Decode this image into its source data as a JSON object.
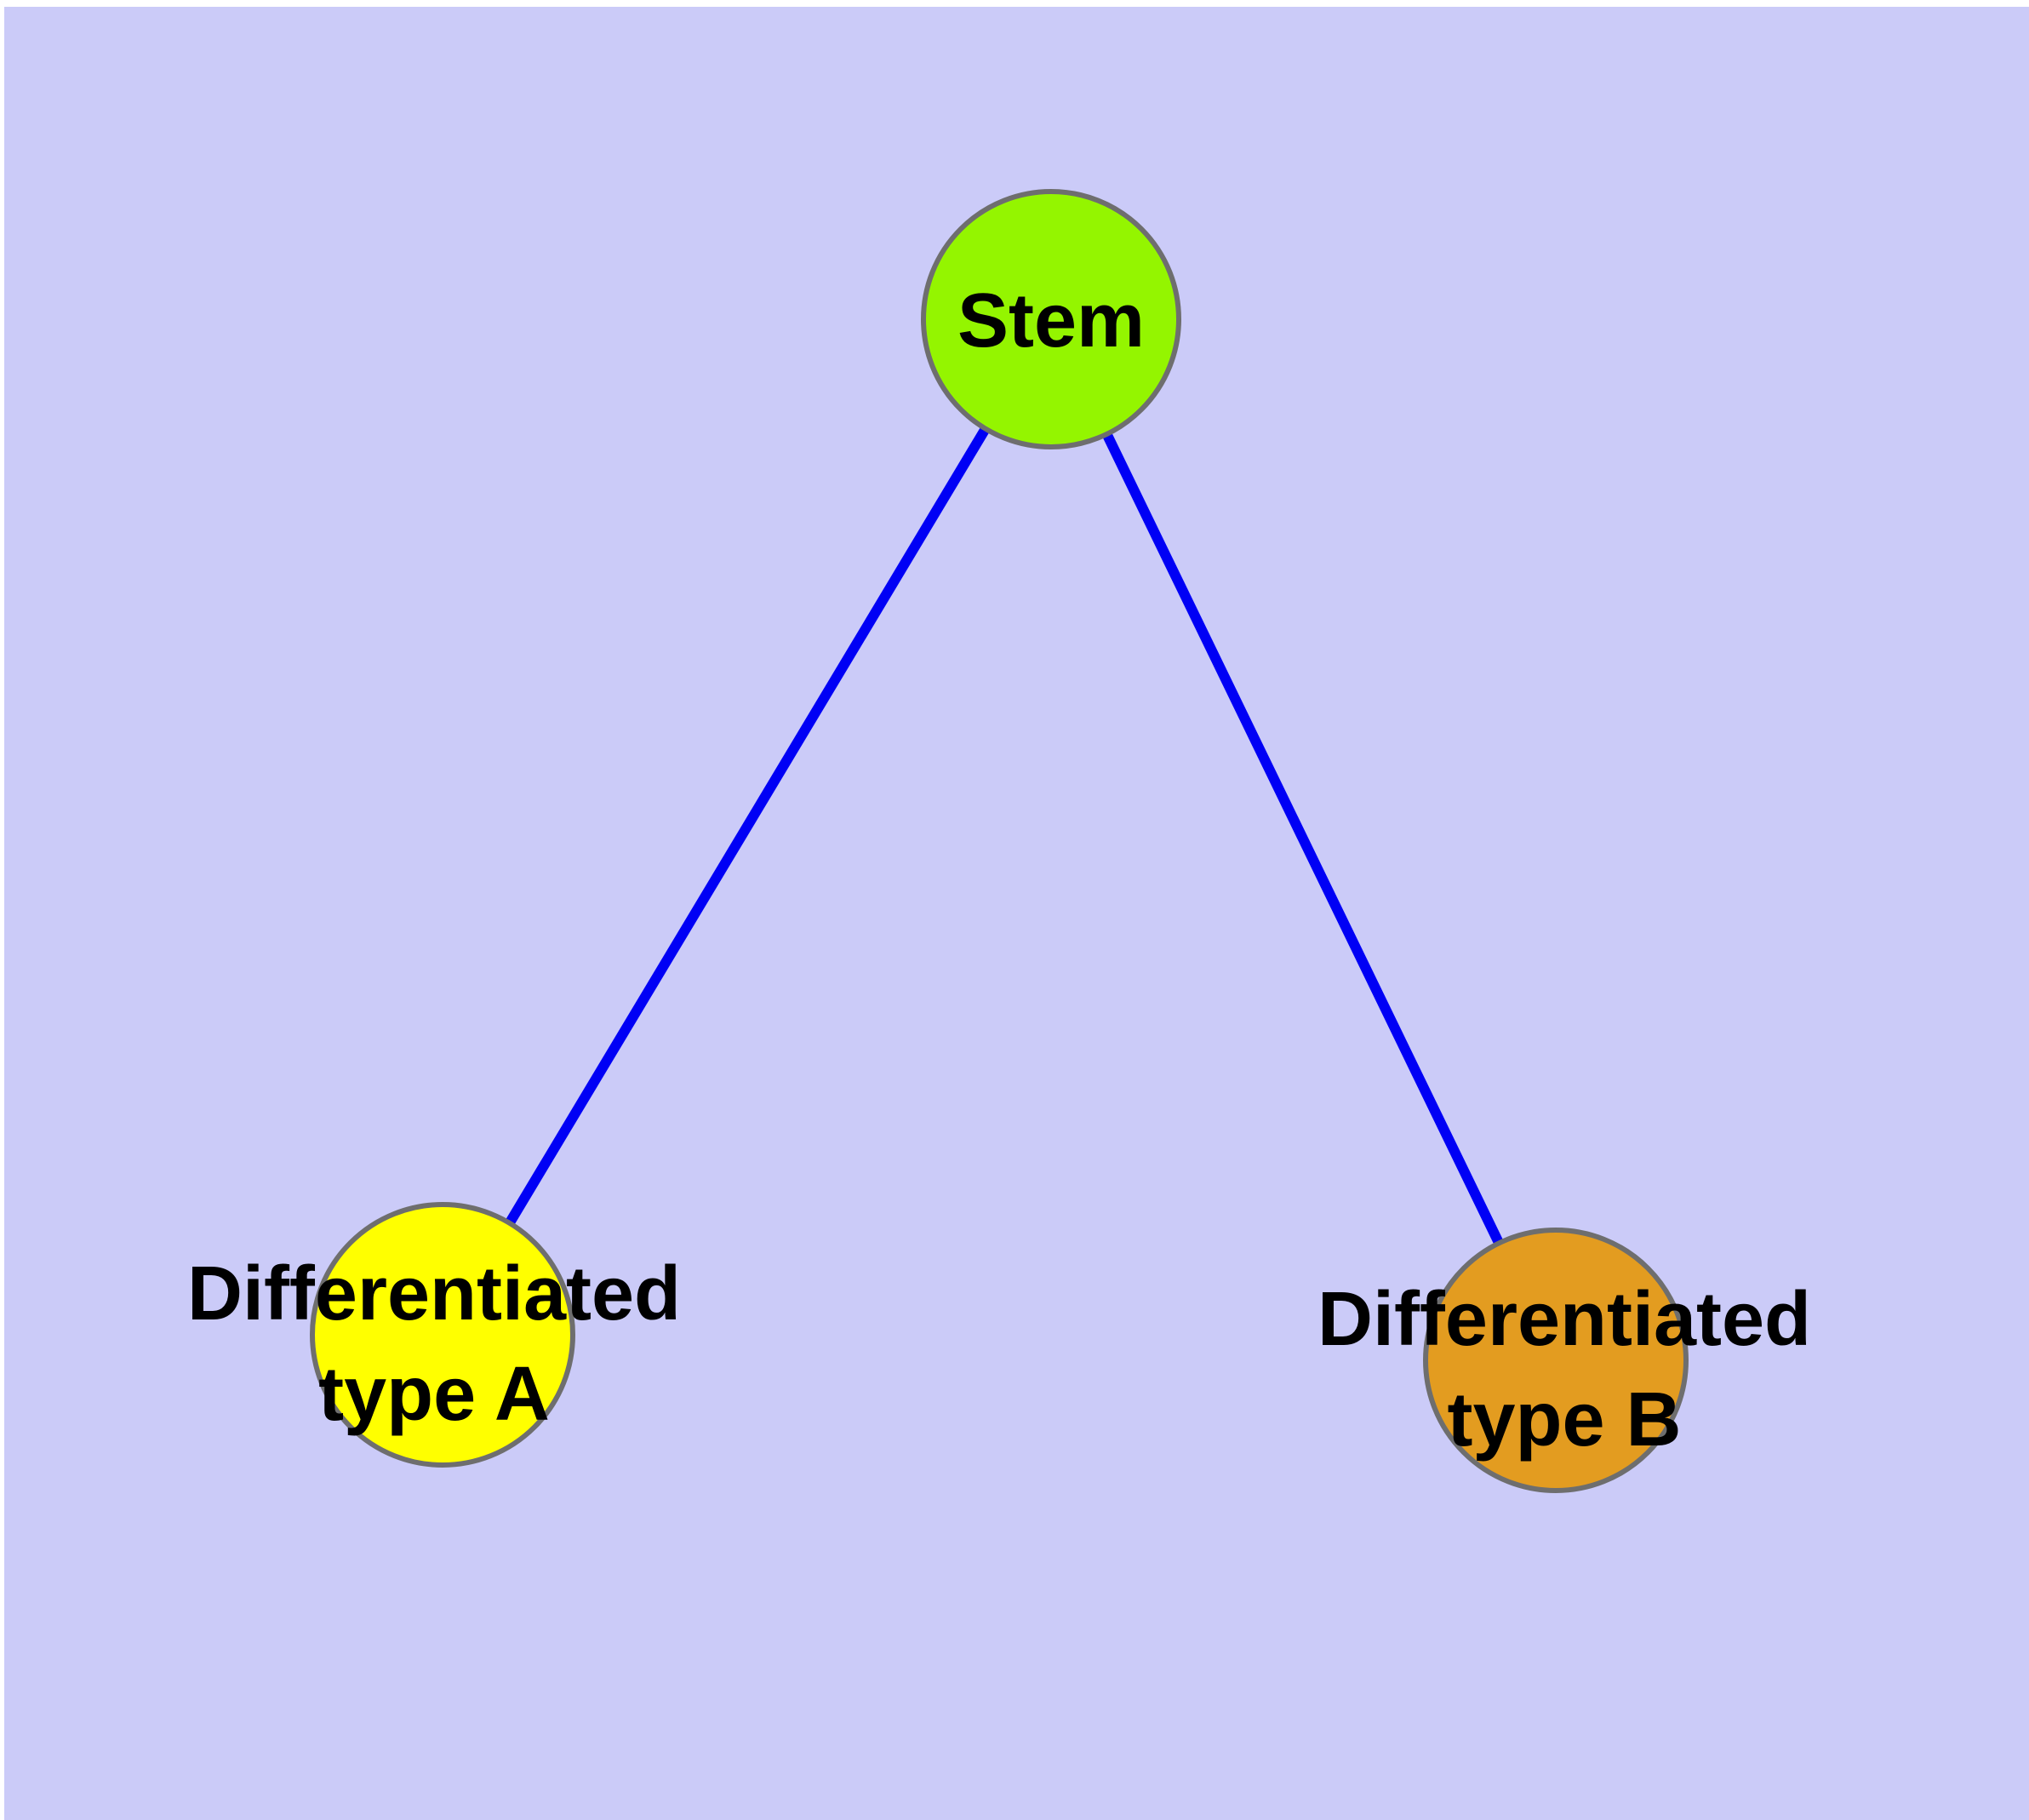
{
  "diagram": {
    "type": "graph",
    "description": "Cell differentiation tree: Stem node connects to two differentiated cell type nodes",
    "colors": {
      "background": "#CBCBF8",
      "page_margin": "#FFFFFF",
      "edge": "#0000F5",
      "node_border": "#6E6E6E",
      "label_text": "#000000",
      "stem_fill": "#94F500",
      "type_a_fill": "#FFFF00",
      "type_b_fill": "#E39C20"
    },
    "nodes": {
      "stem": {
        "label": "Stem"
      },
      "type_a": {
        "label_line1": "Differentiated",
        "label_line2": "type A",
        "full_label": "Differentiated type A"
      },
      "type_b": {
        "label_line1": "Differentiated",
        "label_line2": "type B",
        "full_label": "Differentiated type B"
      }
    },
    "edges": [
      {
        "from": "Stem",
        "to": "Differentiated type A"
      },
      {
        "from": "Stem",
        "to": "Differentiated type B"
      }
    ]
  }
}
